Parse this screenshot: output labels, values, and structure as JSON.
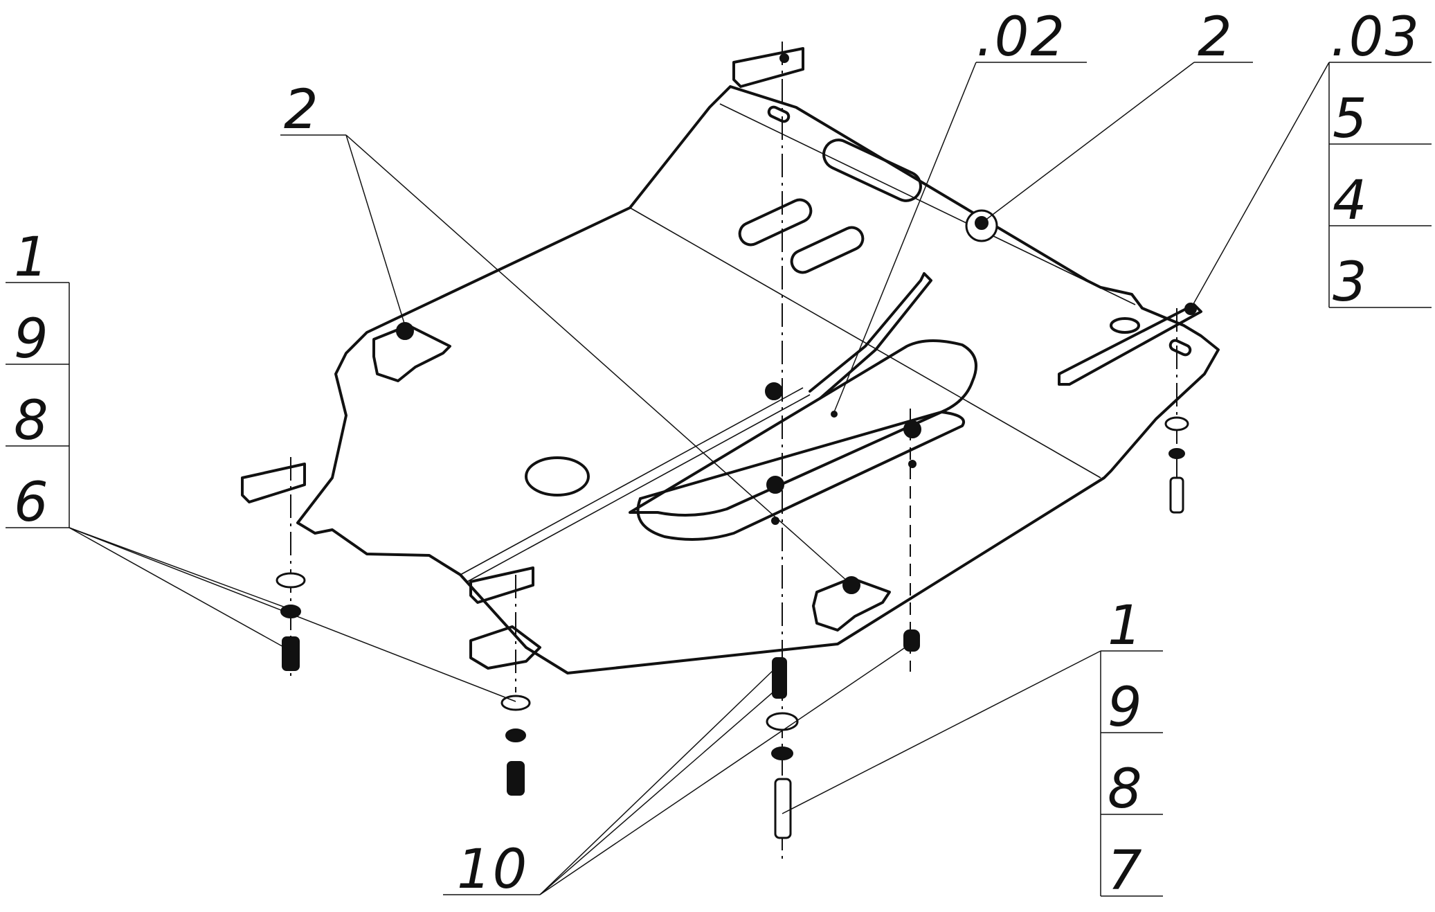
{
  "callouts": {
    "pos_2_left": "2",
    "pos_02": ".02",
    "pos_2_right": "2",
    "pos_03": ".03",
    "stack_right_top": [
      "5",
      "4",
      "3"
    ],
    "stack_left": [
      "1",
      "9",
      "8",
      "6"
    ],
    "stack_bottom_right": [
      "1",
      "9",
      "8",
      "7"
    ],
    "pos_10": "10"
  },
  "colors": {
    "line": "#111111",
    "background": "#ffffff"
  }
}
